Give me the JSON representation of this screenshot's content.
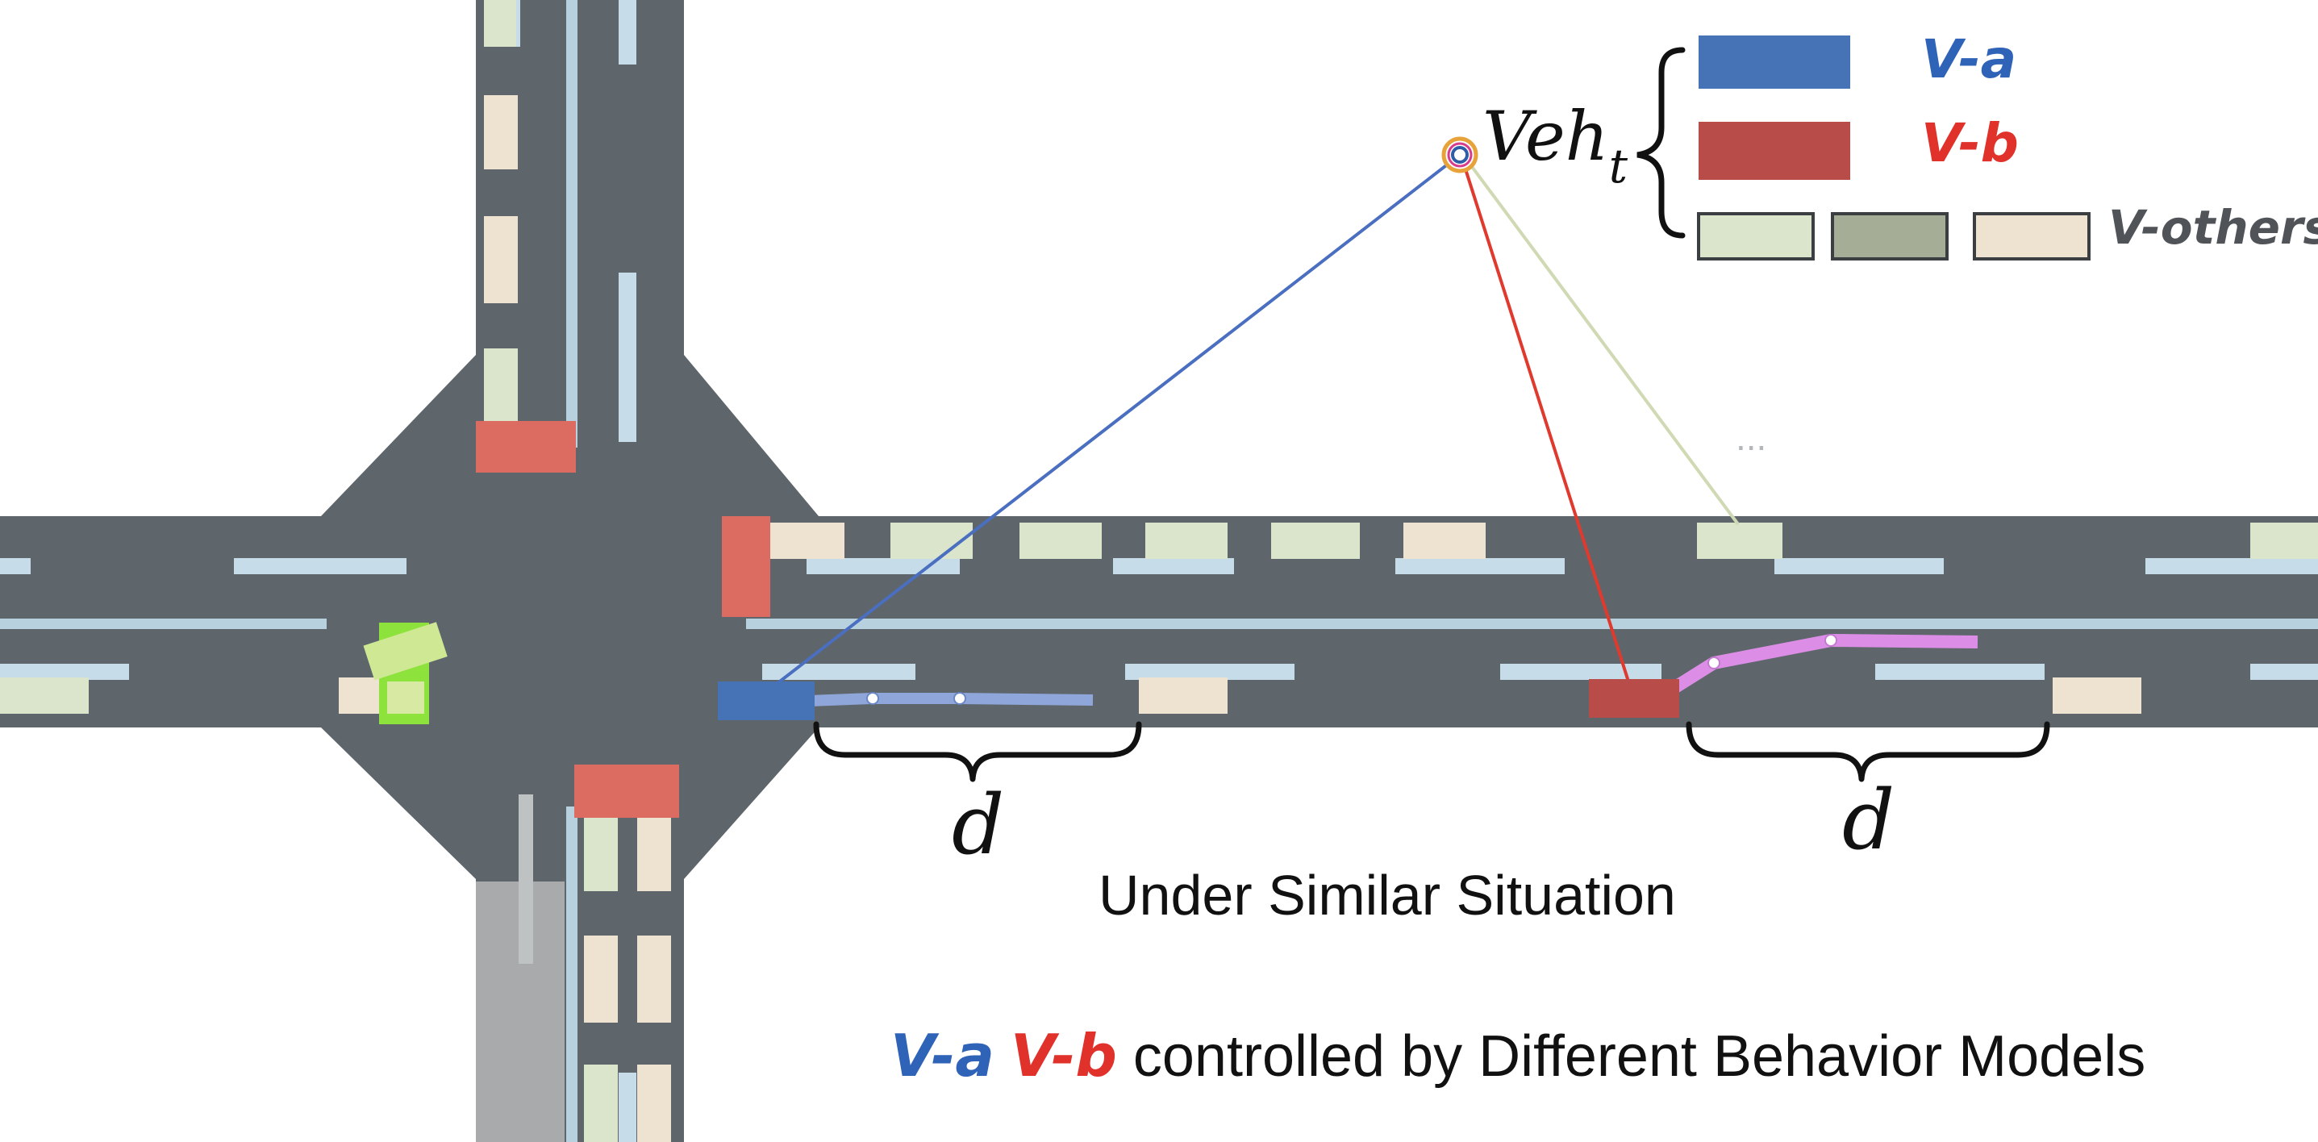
{
  "vehicle_label": {
    "main": "Veh",
    "subscript": "t"
  },
  "legend": {
    "va_label": "V-a",
    "vb_label": "V-b",
    "others_label": "V-others",
    "va_color": "#4573b5",
    "vb_color": "#b84c48",
    "others_colors": [
      "#dbe5cb",
      "#a6ad97",
      "#eee3d0"
    ]
  },
  "ellipsis": "...",
  "distance_label_left": "d",
  "distance_label_right": "d",
  "caption_situation": "Under Similar Situation",
  "caption_models": {
    "va": "V-a",
    "vb": "V-b",
    "rest": "controlled by Different Behavior Models"
  },
  "colors": {
    "road": "#5e666b",
    "lane_marking": "#c6dde9",
    "va_link": "#4b6fc0",
    "vb_link": "#e03a2f",
    "others_link": "#cfd9b3",
    "va_trajectory": "#8ea6d9",
    "vb_trajectory": "#dc8ee6",
    "va_text": "#2f63b8",
    "vb_text": "#e0312a",
    "others_text": "#505458"
  }
}
